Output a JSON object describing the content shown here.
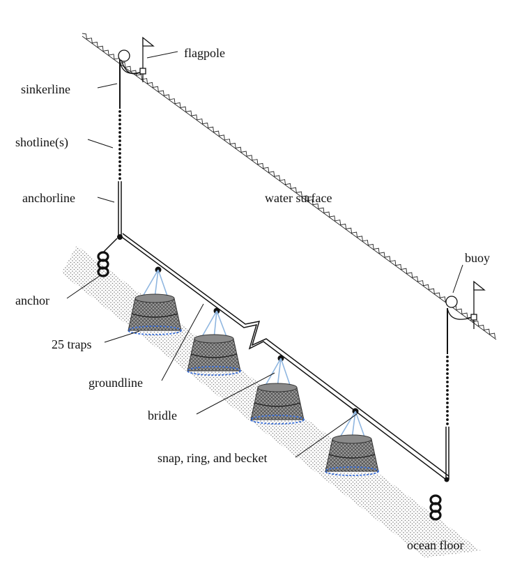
{
  "labels": {
    "flagpole": "flagpole",
    "sinkerline": "sinkerline",
    "shotline": "shotline(s)",
    "anchorline": "anchorline",
    "water_surface": "water surface",
    "buoy": "buoy",
    "anchor": "anchor",
    "traps": "25 traps",
    "groundline": "groundline",
    "bridle": "bridle",
    "snap": "snap, ring, and becket",
    "ocean_floor": "ocean floor"
  },
  "colors": {
    "line": "#111111",
    "bridle": "#8fb6e0",
    "trap_mesh": "#6e6e6e",
    "trap_rim": "#3a6fd8",
    "seabed_dots": "#7a7a7a"
  }
}
